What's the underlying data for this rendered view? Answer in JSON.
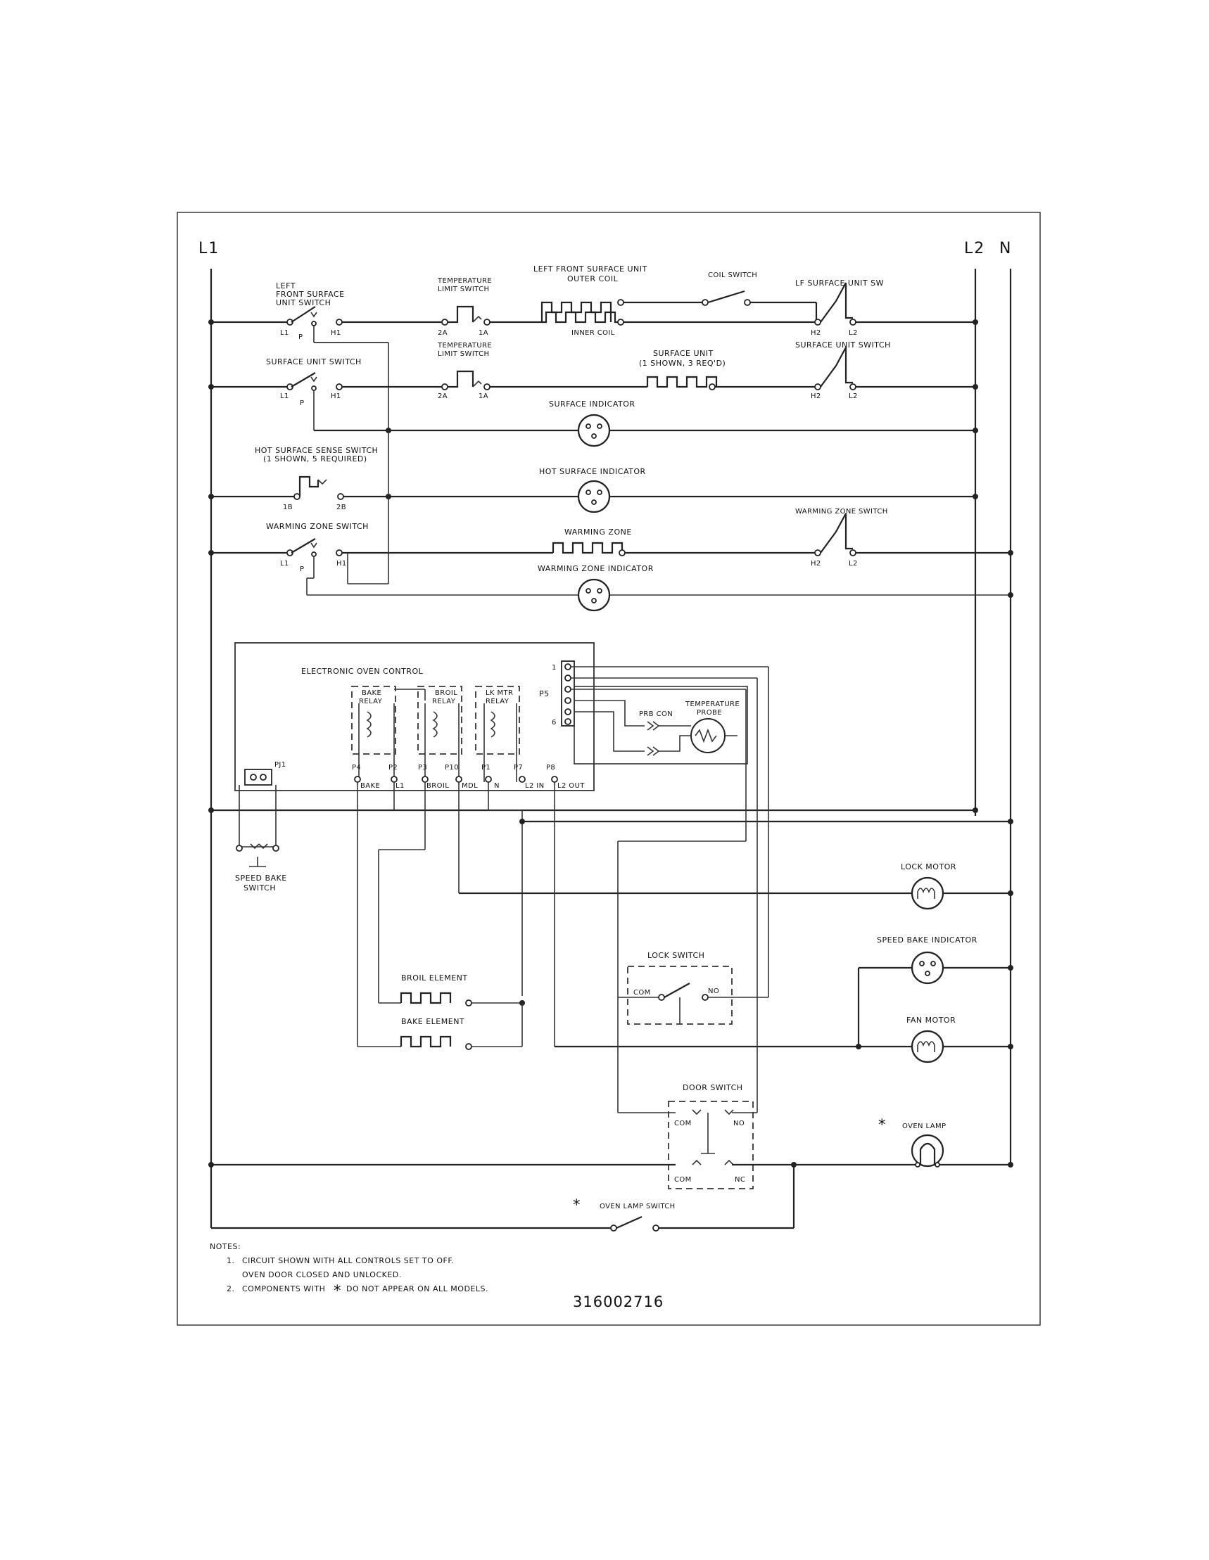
{
  "bus": {
    "l1": "L1",
    "l2": "L2",
    "n": "N"
  },
  "row1": {
    "switch_label_1": "LEFT",
    "switch_label_2": "FRONT SURFACE",
    "switch_label_3": "UNIT SWITCH",
    "t_l1": "L1",
    "t_h1": "H1",
    "t_p": "P",
    "limit_label_1": "TEMPERATURE",
    "limit_label_2": "LIMIT SWITCH",
    "t_2a": "2A",
    "t_1a": "1A",
    "coil_label_1": "LEFT FRONT SURFACE UNIT",
    "coil_label_2": "OUTER COIL",
    "inner_coil": "INNER COIL",
    "coil_switch": "COIL SWITCH",
    "lf_sw": "LF SURFACE UNIT SW",
    "t_h2": "H2",
    "t_l2": "L2"
  },
  "row2": {
    "switch_label": "SURFACE UNIT SWITCH",
    "t_l1": "L1",
    "t_h1": "H1",
    "t_p": "P",
    "limit_label_1": "TEMPERATURE",
    "limit_label_2": "LIMIT SWITCH",
    "t_2a": "2A",
    "t_1a": "1A",
    "unit_label_1": "SURFACE UNIT",
    "unit_label_2": "(1 SHOWN, 3 REQ'D)",
    "sw_right": "SURFACE UNIT SWITCH",
    "t_h2": "H2",
    "t_l2": "L2",
    "indicator": "SURFACE INDICATOR"
  },
  "row3": {
    "sense_label_1": "HOT SURFACE SENSE SWITCH",
    "sense_label_2": "(1 SHOWN, 5 REQUIRED)",
    "t_1b": "1B",
    "t_2b": "2B",
    "indicator": "HOT SURFACE INDICATOR"
  },
  "row4": {
    "switch_label": "WARMING ZONE SWITCH",
    "t_l1": "L1",
    "t_h1": "H1",
    "t_p": "P",
    "zone": "WARMING ZONE",
    "sw_right": "WARMING ZONE SWITCH",
    "t_h2": "H2",
    "t_l2": "L2",
    "indicator": "WARMING ZONE INDICATOR"
  },
  "control": {
    "title": "ELECTRONIC OVEN CONTROL",
    "bake_relay_1": "BAKE",
    "bake_relay_2": "RELAY",
    "broil_relay_1": "BROIL",
    "broil_relay_2": "RELAY",
    "lk_relay_1": "LK MTR",
    "lk_relay_2": "RELAY",
    "p5": "P5",
    "p5_1": "1",
    "p5_6": "6",
    "prb_con": "PRB CON",
    "probe_1": "TEMPERATURE",
    "probe_2": "PROBE",
    "pj1": "PJ1",
    "p4": "P4",
    "p2": "P2",
    "p3": "P3",
    "p10": "P10",
    "p1": "P1",
    "p7": "P7",
    "p8": "P8",
    "bake": "BAKE",
    "l1": "L1",
    "broil": "BROIL",
    "mdl": "MDL",
    "n": "N",
    "l2in": "L2 IN",
    "l2out": "L2 OUT"
  },
  "speed_bake_switch_1": "SPEED BAKE",
  "speed_bake_switch_2": "SWITCH",
  "lock_motor": "LOCK MOTOR",
  "speed_bake_indicator": "SPEED BAKE INDICATOR",
  "fan_motor": "FAN MOTOR",
  "lock_switch": {
    "title": "LOCK SWITCH",
    "com": "COM",
    "no": "NO"
  },
  "broil_element": "BROIL ELEMENT",
  "bake_element": "BAKE ELEMENT",
  "door_switch": {
    "title": "DOOR SWITCH",
    "com_top": "COM",
    "no": "NO",
    "com_bottom": "COM",
    "nc": "NC"
  },
  "oven_lamp": "OVEN LAMP",
  "oven_lamp_switch": "OVEN LAMP SWITCH",
  "asterisk": "*",
  "notes": {
    "title": "NOTES:",
    "n1_num": "1.",
    "n1a": "CIRCUIT SHOWN WITH ALL CONTROLS SET TO OFF.",
    "n1b": "OVEN DOOR CLOSED AND UNLOCKED.",
    "n2_num": "2.",
    "n2a": "COMPONENTS WITH",
    "n2b": "DO NOT APPEAR ON ALL MODELS."
  },
  "part_number": "316002716"
}
